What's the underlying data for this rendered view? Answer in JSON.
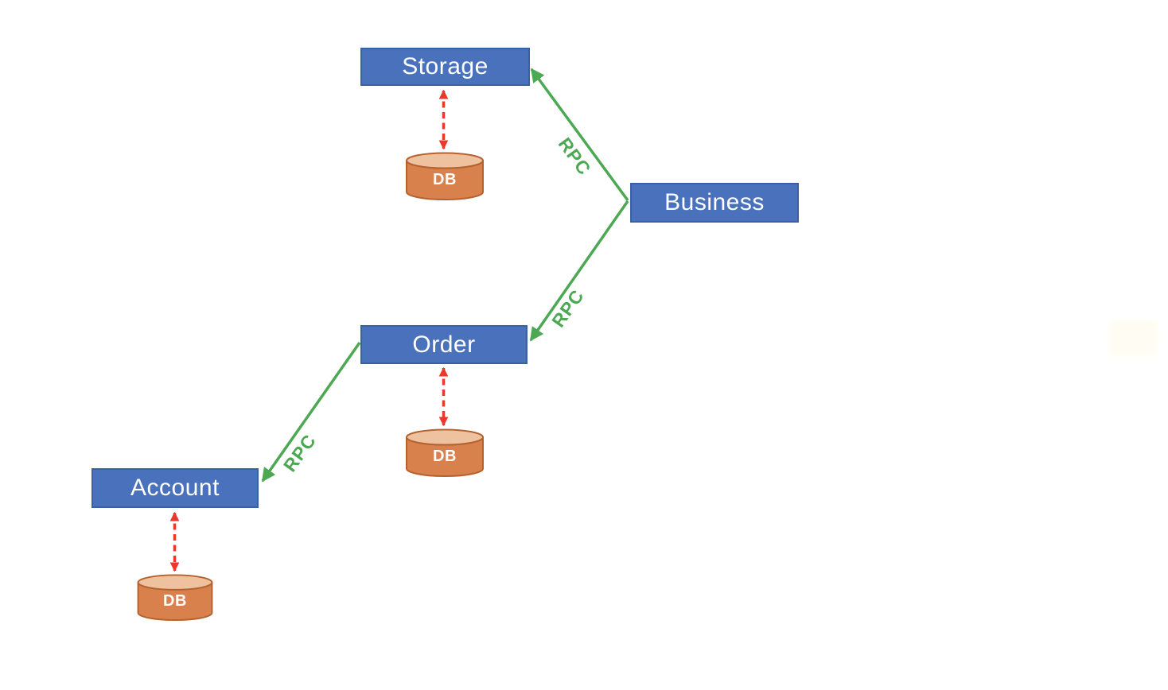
{
  "diagram": {
    "nodes": [
      {
        "id": "storage",
        "label": "Storage"
      },
      {
        "id": "business",
        "label": "Business"
      },
      {
        "id": "order",
        "label": "Order"
      },
      {
        "id": "account",
        "label": "Account"
      }
    ],
    "databases": [
      {
        "id": "storage-db",
        "label": "DB"
      },
      {
        "id": "order-db",
        "label": "DB"
      },
      {
        "id": "account-db",
        "label": "DB"
      }
    ],
    "edges": [
      {
        "from": "business",
        "to": "storage",
        "label": "RPC",
        "type": "rpc-call",
        "style": "solid-green-arrow"
      },
      {
        "from": "business",
        "to": "order",
        "label": "RPC",
        "type": "rpc-call",
        "style": "solid-green-arrow"
      },
      {
        "from": "order",
        "to": "account",
        "label": "RPC",
        "type": "rpc-call",
        "style": "solid-green-arrow"
      },
      {
        "from": "storage",
        "to": "storage-db",
        "type": "db-link",
        "style": "dashed-red-double-arrow"
      },
      {
        "from": "order",
        "to": "order-db",
        "type": "db-link",
        "style": "dashed-red-double-arrow"
      },
      {
        "from": "account",
        "to": "account-db",
        "type": "db-link",
        "style": "dashed-red-double-arrow"
      }
    ],
    "colors": {
      "service_fill": "#4a72bc",
      "service_border": "#3a61a6",
      "service_text": "#ffffff",
      "db_body": "#d9814d",
      "db_top": "#eec29f",
      "db_border": "#b4622f",
      "db_text": "#ffffff",
      "rpc_green": "#4da853",
      "db_link_red": "#e8392b",
      "background": "#ffffff"
    }
  }
}
